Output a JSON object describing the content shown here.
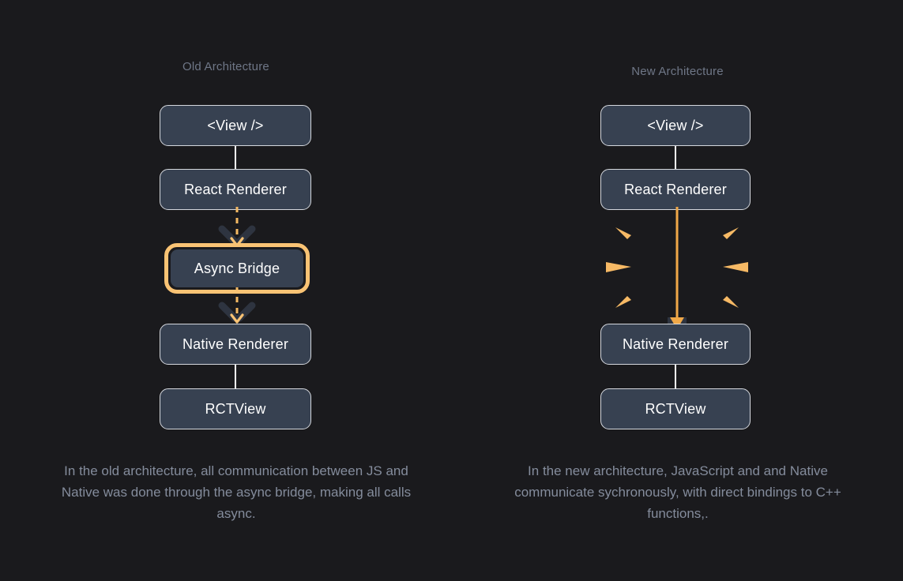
{
  "page": {
    "background_color": "#1A1A1D",
    "title": "React Native Old vs New Architecture"
  },
  "theme": {
    "background": "#1A1A1D",
    "node_fill": "#374151",
    "node_border": "#D5D8DE",
    "node_text": "#FFFFFF",
    "title_text": "#6F7787",
    "caption_text": "#848C9C",
    "accent_amber_light": "#F9C374",
    "accent_amber": "#F0A848",
    "connector": "#FFFFFF",
    "chevron_shadow": "#2E3440"
  },
  "columns": [
    {
      "id": "old-architecture",
      "title": "Old Architecture",
      "nodes": [
        {
          "id": "view",
          "label": "<View />"
        },
        {
          "id": "react-renderer",
          "label": "React Renderer"
        },
        {
          "id": "async-bridge",
          "label": "Async Bridge",
          "highlighted": true
        },
        {
          "id": "native-renderer",
          "label": "Native Renderer"
        },
        {
          "id": "rctview",
          "label": "RCTView"
        }
      ],
      "connections": [
        {
          "from": "view",
          "to": "react-renderer",
          "style": "solid-white"
        },
        {
          "from": "react-renderer",
          "to": "async-bridge",
          "style": "dashed-amber-chevron"
        },
        {
          "from": "async-bridge",
          "to": "native-renderer",
          "style": "dashed-amber-chevron"
        },
        {
          "from": "native-renderer",
          "to": "rctview",
          "style": "solid-white"
        }
      ],
      "caption": "In the old architecture, all communication between JS and Native was done through the async bridge, making all calls async."
    },
    {
      "id": "new-architecture",
      "title": "New Architecture",
      "nodes": [
        {
          "id": "view",
          "label": "<View />"
        },
        {
          "id": "react-renderer",
          "label": "React Renderer"
        },
        {
          "id": "native-renderer",
          "label": "Native Renderer"
        },
        {
          "id": "rctview",
          "label": "RCTView"
        }
      ],
      "connections": [
        {
          "from": "view",
          "to": "react-renderer",
          "style": "solid-white"
        },
        {
          "from": "react-renderer",
          "to": "native-renderer",
          "style": "solid-amber-arrow-with-sparkle"
        },
        {
          "from": "native-renderer",
          "to": "rctview",
          "style": "solid-white"
        }
      ],
      "caption": "In the new architecture, JavaScript and and Native communicate sychronously, with direct bindings to C++ functions,."
    }
  ]
}
